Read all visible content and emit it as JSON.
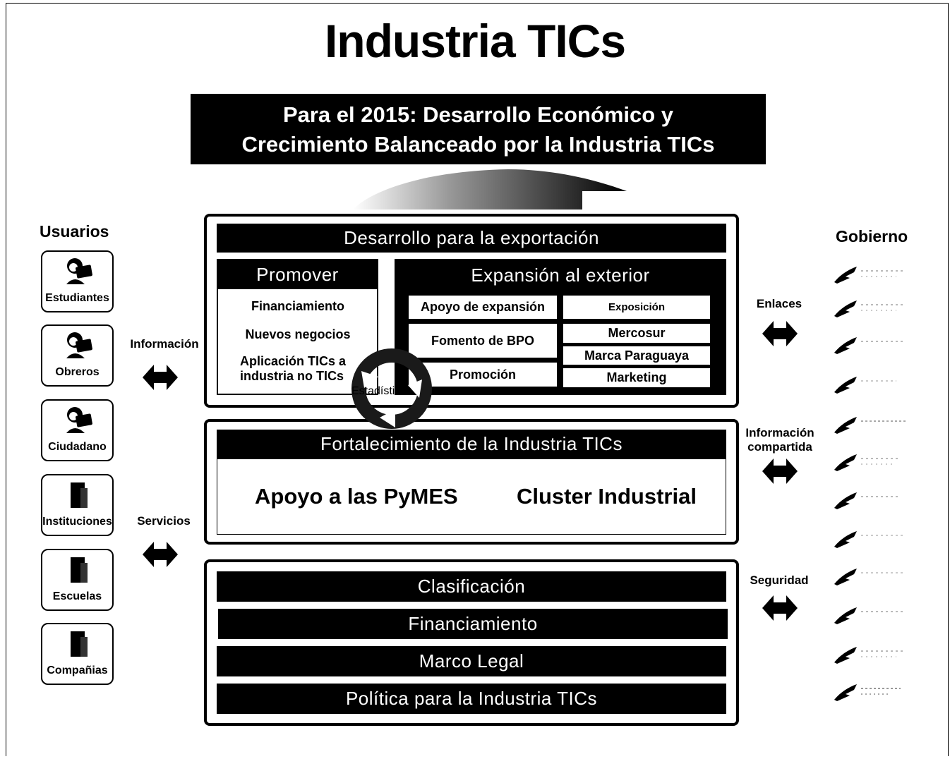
{
  "title": "Industria TICs",
  "goal": {
    "line1": "Para el 2015: Desarrollo Económico y",
    "line2": "Crecimiento Balanceado por la Industria TICs"
  },
  "usuarios": {
    "title": "Usuarios",
    "items": [
      "Estudiantes",
      "Obreros",
      "Ciudadano",
      "Instituciones",
      "Escuelas",
      "Compañias"
    ]
  },
  "left_flows": [
    "Información",
    "Servicios"
  ],
  "gobierno": {
    "title": "Gobierno"
  },
  "right_flows": {
    "enlaces": "Enlaces",
    "info1": "Información",
    "info2": "compartida",
    "seguridad": "Seguridad"
  },
  "export": {
    "title": "Desarrollo para la exportación",
    "promover": {
      "title": "Promover",
      "items": [
        "Financiamiento",
        "Nuevos negocios",
        "Aplicación TICs a",
        "industria no TICs"
      ]
    },
    "expansion": {
      "title": "Expansión al exterior",
      "left": [
        "Apoyo de expansión",
        "Fomento de BPO",
        "Promoción"
      ],
      "right": [
        "Exposición",
        "Mercosur",
        "Marca Paraguaya",
        "Marketing"
      ]
    },
    "cycle_label": "Estadística"
  },
  "fortalecimiento": {
    "title": "Fortalecimiento de la Industria TICs",
    "items": [
      "Apoyo a las PyMES",
      "Cluster Industrial"
    ]
  },
  "base": {
    "items": [
      "Clasificación",
      "Financiamiento",
      "Marco Legal",
      "Política para la Industria TICs"
    ]
  }
}
